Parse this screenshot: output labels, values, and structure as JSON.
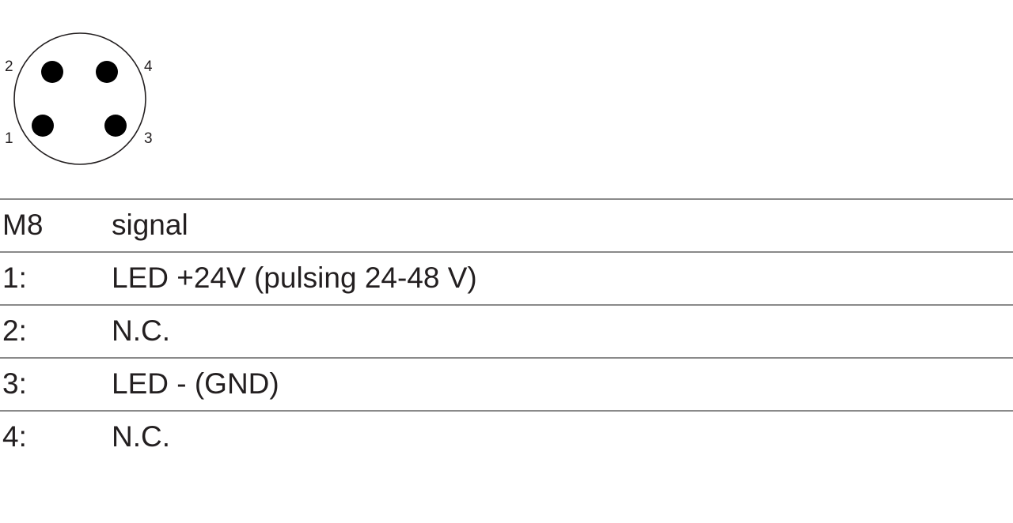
{
  "connector": {
    "pin_labels": [
      "1",
      "2",
      "3",
      "4"
    ]
  },
  "table": {
    "header": {
      "pin": "M8",
      "signal": "signal"
    },
    "rows": [
      {
        "pin": "1:",
        "signal": "LED +24V (pulsing 24-48 V)"
      },
      {
        "pin": "2:",
        "signal": "N.C."
      },
      {
        "pin": "3:",
        "signal": "LED - (GND)"
      },
      {
        "pin": "4:",
        "signal": "N.C."
      }
    ]
  },
  "colors": {
    "text": "#231f20",
    "rule": "#8a8a8a",
    "pin": "#000000"
  }
}
